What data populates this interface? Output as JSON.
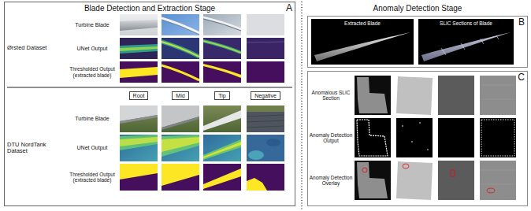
{
  "diagram": {
    "nodes": [
      {
        "text": [
          "Blade Detection and Extraction Stage",
          "A"
        ]
      },
      {
        "text": [
          "Root"
        ],
        "in": 0
      },
      {
        "text": [
          "Mid"
        ],
        "in": 0
      },
      {
        "text": [
          "Tip"
        ],
        "in": 0
      },
      {
        "text": [
          "Negative"
        ],
        "in": 0
      },
      {
        "text": [
          "B"
        ]
      },
      {
        "text": [
          "Extracted Blade"
        ],
        "in": 5
      },
      {
        "text": [
          "SLIC Sections of Blade"
        ],
        "in": 5
      },
      {
        "text": [
          "C"
        ]
      }
    ],
    "labels": [
      "Ørsted Dataset",
      "Turbine Blade",
      "UNet Output",
      "Thresholded Output (extracted blade)",
      "DTU NordTank Dataset",
      "Turbine Blade",
      "UNet Output",
      "Thresholded Output (extracted blade)",
      "Anomaly Detection Stage",
      "Anomalous SLIC Section",
      "Anomaly Detection Output",
      "Anomaly Detection Overlay"
    ]
  }
}
